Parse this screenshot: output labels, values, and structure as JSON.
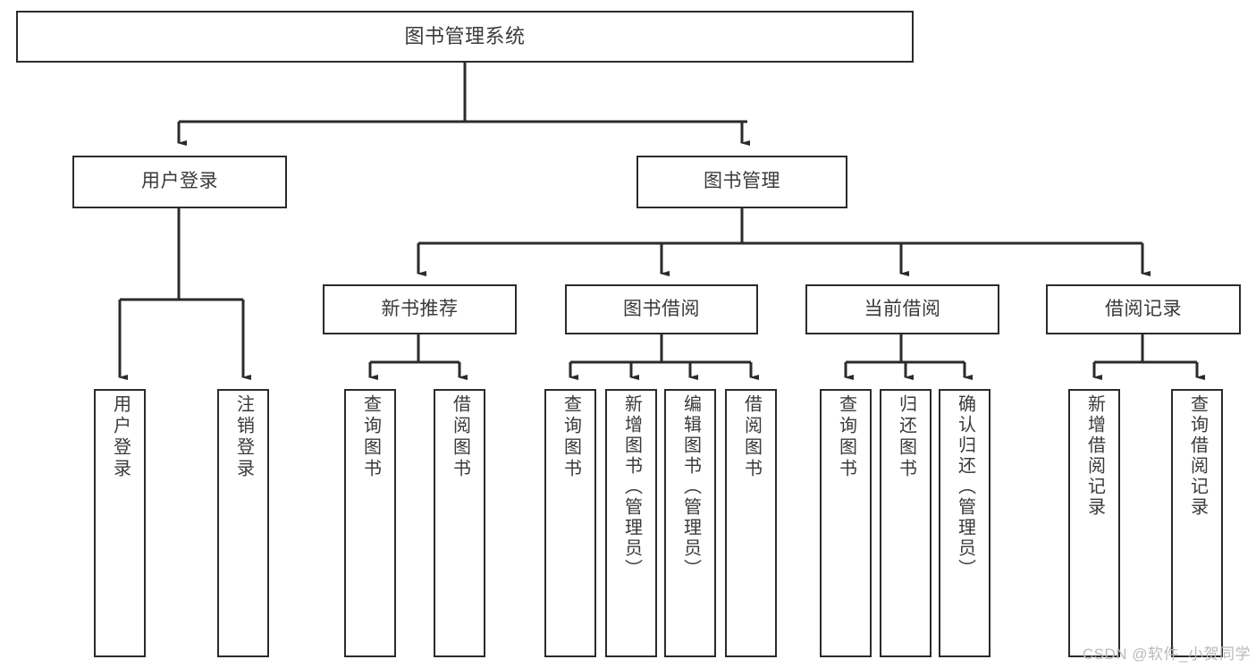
{
  "diagram": {
    "title": "图书管理系统",
    "type": "tree-hierarchy",
    "watermark": "CSDN @软件_小贺同学",
    "colors": {
      "background": "#ffffff",
      "box_border": "#2b2b2b",
      "box_fill": "#ffffff",
      "text": "#3a3a3a",
      "edge": "#2b2b2b",
      "watermark": "#b9b9b9"
    },
    "root": {
      "id": "root",
      "label": "图书管理系统"
    },
    "level1": [
      {
        "id": "user-login",
        "label": "用户登录"
      },
      {
        "id": "book-manage",
        "label": "图书管理"
      }
    ],
    "level2": [
      {
        "id": "new-book-recommend",
        "label": "新书推荐",
        "parent": "book-manage"
      },
      {
        "id": "book-borrow",
        "label": "图书借阅",
        "parent": "book-manage"
      },
      {
        "id": "current-borrow",
        "label": "当前借阅",
        "parent": "book-manage"
      },
      {
        "id": "borrow-record",
        "label": "借阅记录",
        "parent": "book-manage"
      }
    ],
    "leaves": [
      {
        "id": "leaf-user-login",
        "label": "用户登录",
        "parent": "user-login"
      },
      {
        "id": "leaf-user-logout",
        "label": "注销登录",
        "parent": "user-login"
      },
      {
        "id": "leaf-query-book-rec",
        "label": "查询图书",
        "parent": "new-book-recommend"
      },
      {
        "id": "leaf-borrow-book-rec",
        "label": "借阅图书",
        "parent": "new-book-recommend"
      },
      {
        "id": "leaf-query-book-borrow",
        "label": "查询图书",
        "parent": "book-borrow"
      },
      {
        "id": "leaf-add-book",
        "label": "新增图书（管理员）",
        "parent": "book-borrow"
      },
      {
        "id": "leaf-edit-book",
        "label": "编辑图书（管理员）",
        "parent": "book-borrow"
      },
      {
        "id": "leaf-borrow-book",
        "label": "借阅图书",
        "parent": "book-borrow"
      },
      {
        "id": "leaf-query-book-cur",
        "label": "查询图书",
        "parent": "current-borrow"
      },
      {
        "id": "leaf-return-book",
        "label": "归还图书",
        "parent": "current-borrow"
      },
      {
        "id": "leaf-confirm-return",
        "label": "确认归还（管理员）",
        "parent": "current-borrow"
      },
      {
        "id": "leaf-add-record",
        "label": "新增借阅记录",
        "parent": "borrow-record"
      },
      {
        "id": "leaf-query-record",
        "label": "查询借阅记录",
        "parent": "borrow-record"
      }
    ]
  }
}
